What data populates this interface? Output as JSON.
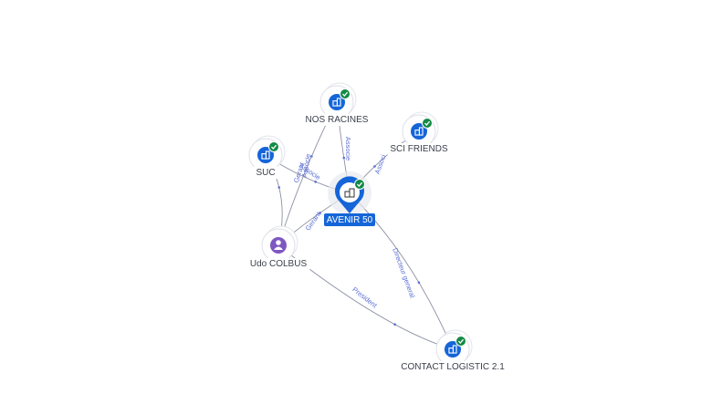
{
  "nodes": [
    {
      "id": "avenir",
      "label": "AVENIR 50",
      "kind": "company",
      "central": true
    },
    {
      "id": "nosracines",
      "label": "NOS RACINES",
      "kind": "company",
      "verified": true
    },
    {
      "id": "scifriends",
      "label": "SCI FRIENDS",
      "kind": "company",
      "verified": true
    },
    {
      "id": "suc",
      "label": "SUC",
      "kind": "company",
      "verified": true
    },
    {
      "id": "udo",
      "label": "Udo COLBUS",
      "kind": "person"
    },
    {
      "id": "contact",
      "label": "CONTACT LOGISTIC 2.1",
      "kind": "company",
      "verified": true
    }
  ],
  "edges": [
    {
      "id": "e1",
      "from": "nosracines",
      "to": "avenir",
      "label": "Associe"
    },
    {
      "id": "e2",
      "from": "scifriends",
      "to": "avenir",
      "label": "Associ"
    },
    {
      "id": "e3",
      "from": "suc",
      "to": "avenir",
      "label": "Associe"
    },
    {
      "id": "e4",
      "from": "udo",
      "to": "avenir",
      "label": "Gerant"
    },
    {
      "id": "e5",
      "from": "udo",
      "to": "suc",
      "label": "Gerant"
    },
    {
      "id": "e6",
      "from": "udo",
      "to": "nosracines",
      "label": "Associe"
    },
    {
      "id": "e7",
      "from": "avenir",
      "to": "contact",
      "label": "Directeur general"
    },
    {
      "id": "e8",
      "from": "udo",
      "to": "contact",
      "label": "President"
    }
  ],
  "colors": {
    "edge": "#8c91a3",
    "edge_label": "#5b6fd6",
    "company_icon_bg": "#1565d8",
    "person_icon_bg": "#7e57c2",
    "verified_badge": "#138a46",
    "central_label_bg": "#1565d8",
    "central_label_text": "#ffffff"
  },
  "icons": {
    "company": "building-icon",
    "person": "person-icon",
    "verified": "check-badge-icon"
  }
}
